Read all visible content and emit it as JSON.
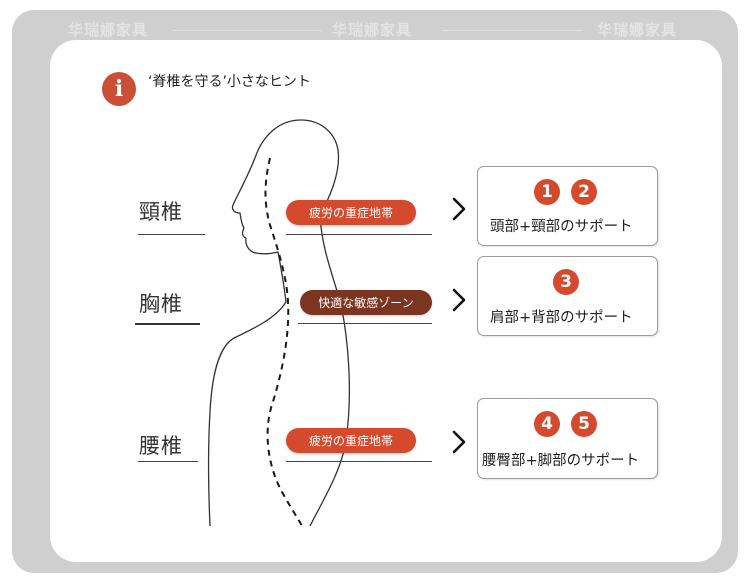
{
  "watermark": "华瑞娜家具",
  "header": {
    "icon": "info-icon",
    "icon_glyph": "i",
    "title": "‘脊椎を守る’小さなヒント"
  },
  "colors": {
    "accent_red": "#d5492d",
    "accent_brown": "#7c3521",
    "frame_gray": "#cfcfcf"
  },
  "sections": [
    {
      "label": "頸椎",
      "pill": "疲労の重症地帯",
      "numbers": [
        "1",
        "2"
      ],
      "support": "頭部+頸部のサポート"
    },
    {
      "label": "胸椎",
      "pill": "快適な敏感ゾーン",
      "numbers": [
        "3"
      ],
      "support": "肩部+背部のサポート"
    },
    {
      "label": "腰椎",
      "pill": "疲労の重症地帯",
      "numbers": [
        "4",
        "5"
      ],
      "support": "腰臀部+脚部のサポート"
    }
  ]
}
